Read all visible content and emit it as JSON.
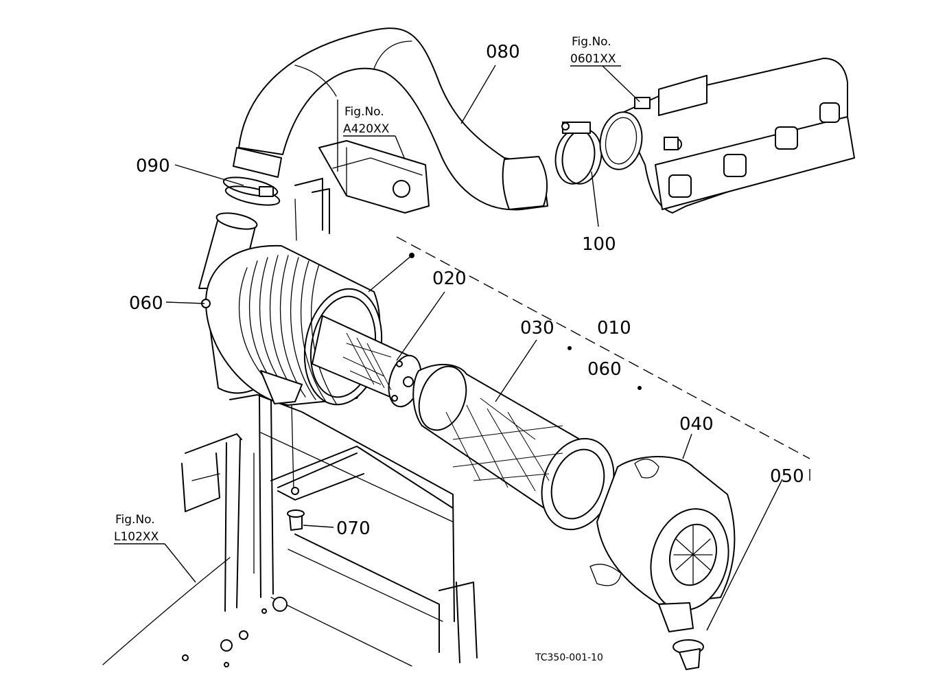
{
  "labels": {
    "p010": "010",
    "p020": "020",
    "p030": "030",
    "p040": "040",
    "p050": "050",
    "p060_top": "060",
    "p060_mid": "060",
    "p070": "070",
    "p080": "080",
    "p090": "090",
    "p100": "100"
  },
  "figure_refs": {
    "manifold": {
      "line1": "Fig.No.",
      "line2": "0601XX"
    },
    "bracket": {
      "line1": "Fig.No.",
      "line2": "A420XX"
    },
    "frame": {
      "line1": "Fig.No.",
      "line2": "L102XX"
    }
  },
  "drawing_code": "TC350-001-10"
}
